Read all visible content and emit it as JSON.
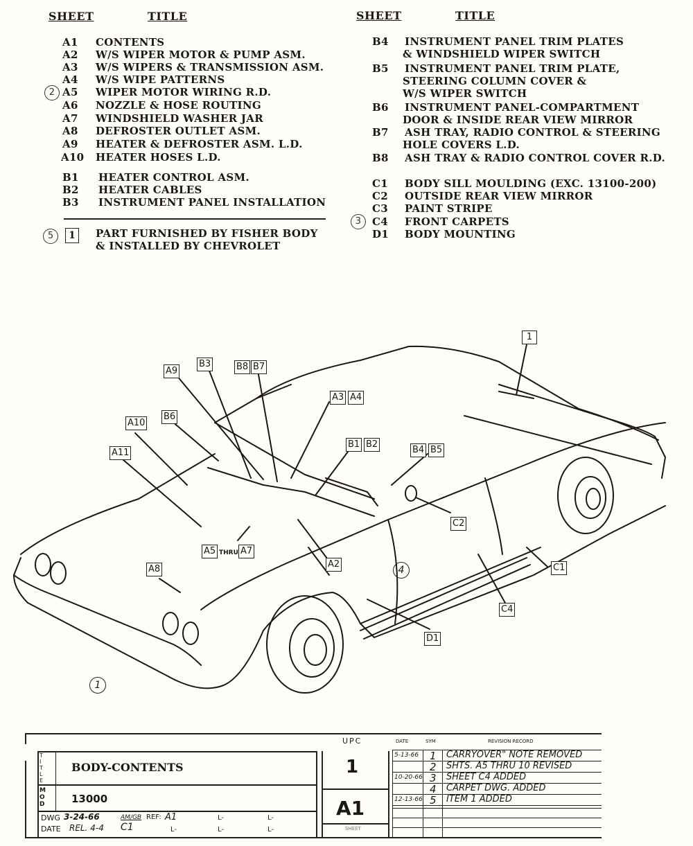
{
  "contents_table": {
    "left_column": {
      "header_sheet": "SHEET",
      "header_title": "TITLE",
      "rows": [
        {
          "sheet": "A1",
          "title": "CONTENTS"
        },
        {
          "sheet": "A2",
          "title": "W/S WIPER MOTOR & PUMP ASM."
        },
        {
          "sheet": "A3",
          "title": "W/S WIPERS & TRANSMISSION ASM."
        },
        {
          "sheet": "A4",
          "title": "W/S WIPE PATTERNS"
        },
        {
          "sheet": "A5",
          "title": "WIPER MOTOR WIRING R.D.",
          "revision_marker": "2"
        },
        {
          "sheet": "A6",
          "title": "NOZZLE & HOSE ROUTING"
        },
        {
          "sheet": "A7",
          "title": "WINDSHIELD WASHER JAR"
        },
        {
          "sheet": "A8",
          "title": "DEFROSTER OUTLET ASM."
        },
        {
          "sheet": "A9",
          "title": "HEATER & DEFROSTER ASM. L.D."
        },
        {
          "sheet": "A10",
          "title": "HEATER HOSES L.D."
        },
        {
          "sheet": "B1",
          "title": "HEATER CONTROL ASM."
        },
        {
          "sheet": "B2",
          "title": "HEATER CABLES"
        },
        {
          "sheet": "B3",
          "title": "INSTRUMENT PANEL INSTALLATION"
        }
      ]
    },
    "right_column": {
      "header_sheet": "SHEET",
      "header_title": "TITLE",
      "rows": [
        {
          "sheet": "B4",
          "title": "INSTRUMENT PANEL TRIM PLATES",
          "cont": [
            "& WINDSHIELD WIPER SWITCH"
          ]
        },
        {
          "sheet": "B5",
          "title": "INSTRUMENT PANEL TRIM PLATE,",
          "cont": [
            "STEERING COLUMN COVER &",
            "W/S WIPER SWITCH"
          ]
        },
        {
          "sheet": "B6",
          "title": "INSTRUMENT PANEL-COMPARTMENT",
          "cont": [
            "DOOR & INSIDE REAR VIEW MIRROR"
          ]
        },
        {
          "sheet": "B7",
          "title": "ASH TRAY, RADIO CONTROL & STEERING",
          "cont": [
            "HOLE COVERS L.D."
          ]
        },
        {
          "sheet": "B8",
          "title": "ASH TRAY & RADIO CONTROL COVER R.D."
        },
        {
          "sheet": "C1",
          "title": "BODY SILL MOULDING (EXC. 13100-200)"
        },
        {
          "sheet": "C2",
          "title": "OUTSIDE REAR VIEW MIRROR"
        },
        {
          "sheet": "C3",
          "title": "PAINT STRIPE"
        },
        {
          "sheet": "C4",
          "title": "FRONT CARPETS",
          "revision_marker": "3"
        },
        {
          "sheet": "D1",
          "title": "BODY MOUNTING"
        }
      ]
    },
    "note": {
      "revision_marker": "5",
      "item_box": "1",
      "line1": "PART FURNISHED BY FISHER BODY",
      "line2": "& INSTALLED BY CHEVROLET"
    }
  },
  "diagram": {
    "subject": "car body isometric line drawing",
    "callouts": [
      "A9",
      "B3",
      "B8",
      "B7",
      "A3",
      "A4",
      "B6",
      "A10",
      "B1",
      "B2",
      "B4",
      "B5",
      "A11",
      "C2",
      "A5",
      "THRU",
      "A7",
      "A8",
      "A2",
      "C1",
      "C4",
      "D1",
      "1"
    ],
    "circled_markers": [
      "1",
      "4"
    ]
  },
  "title_block": {
    "title_label": "TITLE",
    "title": "BODY-CONTENTS",
    "mod_label": "MOD",
    "model": "13000",
    "upc_label": "UPC",
    "upc": "1",
    "sheet": "A1",
    "sheet_label": "SHEET",
    "dwg_label": "DWG",
    "dwg_date": "3-24-66",
    "initials": "AM/GB",
    "ref_label": "REF:",
    "ref": "A1",
    "date_label": "DATE",
    "rel": "REL. 4-4",
    "rel_code": "C1",
    "l_placeholder": "L-",
    "revision_header": {
      "date": "DATE",
      "sym": "SYM",
      "record": "REVISION RECORD"
    },
    "revisions": [
      {
        "date": "5-13-66",
        "sym": "1",
        "record": "CARRYOVER\" NOTE REMOVED"
      },
      {
        "date": "",
        "sym": "2",
        "record": "SHTS. A5 THRU 10 REVISED"
      },
      {
        "date": "10-20-66",
        "sym": "3",
        "record": "SHEET C4 ADDED"
      },
      {
        "date": "",
        "sym": "4",
        "record": "CARPET DWG. ADDED"
      },
      {
        "date": "12-13-66",
        "sym": "5",
        "record": "ITEM 1 ADDED"
      }
    ]
  }
}
